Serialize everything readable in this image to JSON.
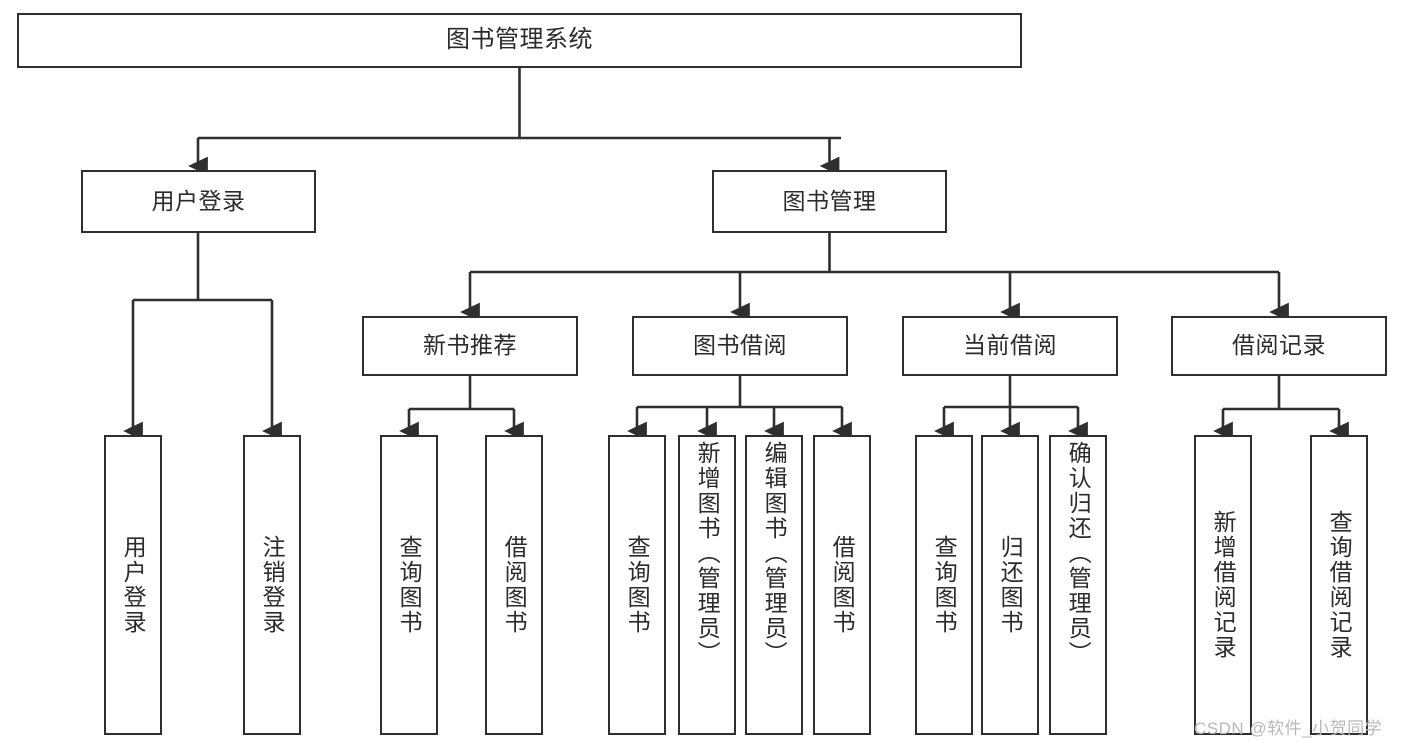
{
  "diagram": {
    "title": "图书管理系统",
    "watermark": "CSDN @软件_小贺同学",
    "line_color": "#2f2f2f",
    "box_border_color": "#2f2f2f",
    "box_fill_color": "#ffffff",
    "text_color": "#2b2b2b",
    "background_color": "#ffffff"
  },
  "nodes": {
    "root": {
      "label": "图书管理系统"
    },
    "level2": [
      {
        "label": "用户登录"
      },
      {
        "label": "图书管理"
      }
    ],
    "level3": [
      {
        "label": "新书推荐"
      },
      {
        "label": "图书借阅"
      },
      {
        "label": "当前借阅"
      },
      {
        "label": "借阅记录"
      }
    ],
    "leaves": {
      "user_login": [
        {
          "label": "用户登录"
        },
        {
          "label": "注销登录"
        }
      ],
      "new_book_recommend": [
        {
          "label": "查询图书"
        },
        {
          "label": "借阅图书"
        }
      ],
      "book_borrow": [
        {
          "label": "查询图书"
        },
        {
          "label": "新增图书（管理员）"
        },
        {
          "label": "编辑图书（管理员）"
        },
        {
          "label": "借阅图书"
        }
      ],
      "current_borrow": [
        {
          "label": "查询图书"
        },
        {
          "label": "归还图书"
        },
        {
          "label": "确认归还（管理员）"
        }
      ],
      "borrow_record": [
        {
          "label": "新增借阅记录"
        },
        {
          "label": "查询借阅记录"
        }
      ]
    }
  }
}
